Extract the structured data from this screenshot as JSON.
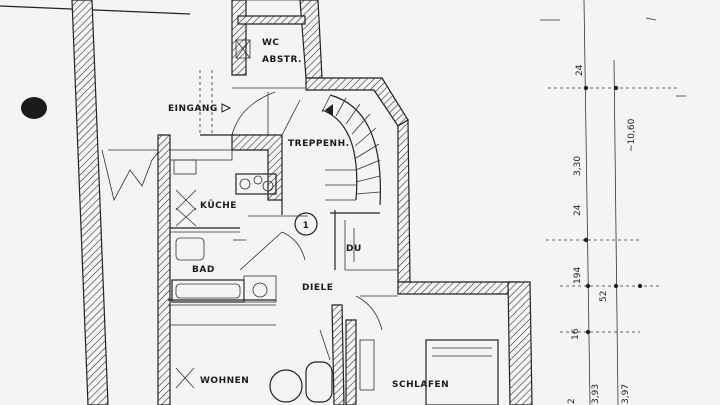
{
  "rooms": {
    "wc": "WC",
    "abstr": "ABSTR.",
    "eingang": "EINGANG",
    "treppenh": "TREPPENH.",
    "kueche": "KÜCHE",
    "marker": "1",
    "du": "DU",
    "bad": "BAD",
    "diele": "DIELE",
    "wohnen": "WOHNEN",
    "schlafen": "SCHLAFEN"
  },
  "dimensions": {
    "d24a": "24",
    "total": "~10,60",
    "d330": "3,30",
    "d24b": "24",
    "d194": "194",
    "d52": "52",
    "d16": "16",
    "d393": "3,93",
    "d397": "3,97",
    "d2": "2"
  },
  "colors": {
    "paper": "#f4f4f2",
    "ink": "#222222"
  }
}
